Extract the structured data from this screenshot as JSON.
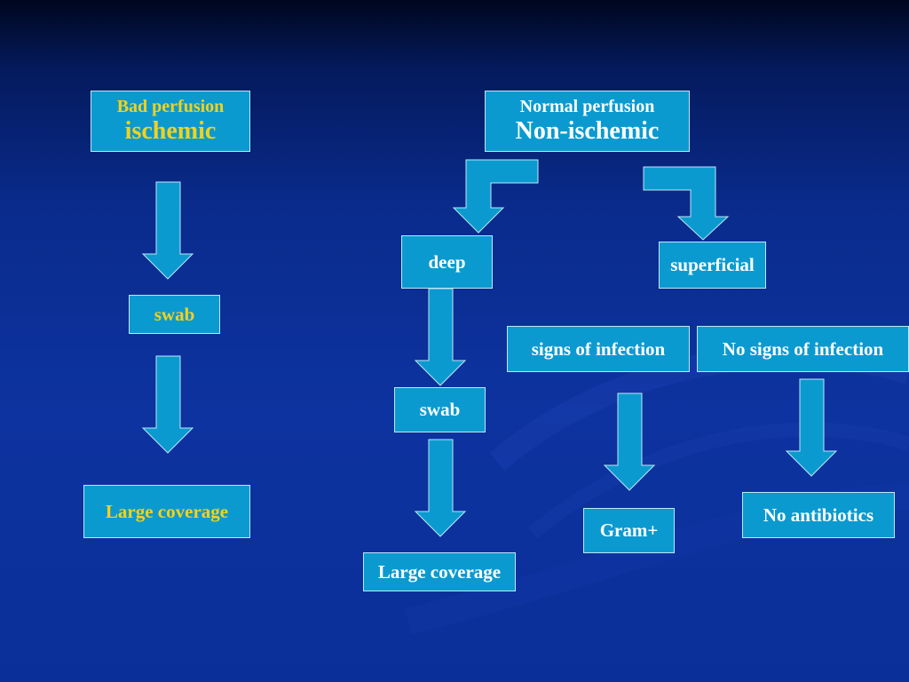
{
  "left": {
    "header_line1": "Bad perfusion",
    "header_line2": "ischemic",
    "swab": "swab",
    "coverage": "Large coverage"
  },
  "right": {
    "header_line1": "Normal perfusion",
    "header_line2": "Non-ischemic",
    "deep": "deep",
    "superficial": "superficial",
    "deep_swab": "swab",
    "deep_coverage": "Large coverage",
    "signs": "signs of infection",
    "no_signs": "No signs of infection",
    "gram": "Gram+",
    "no_antibiotics": "No antibiotics"
  },
  "colors": {
    "box_fill": "#0b9ad0",
    "box_border": "#bfe6f6",
    "ischemic_text": "#f3d21b",
    "normal_text": "#ffffff",
    "arrow_fill": "#0b9ad0"
  }
}
